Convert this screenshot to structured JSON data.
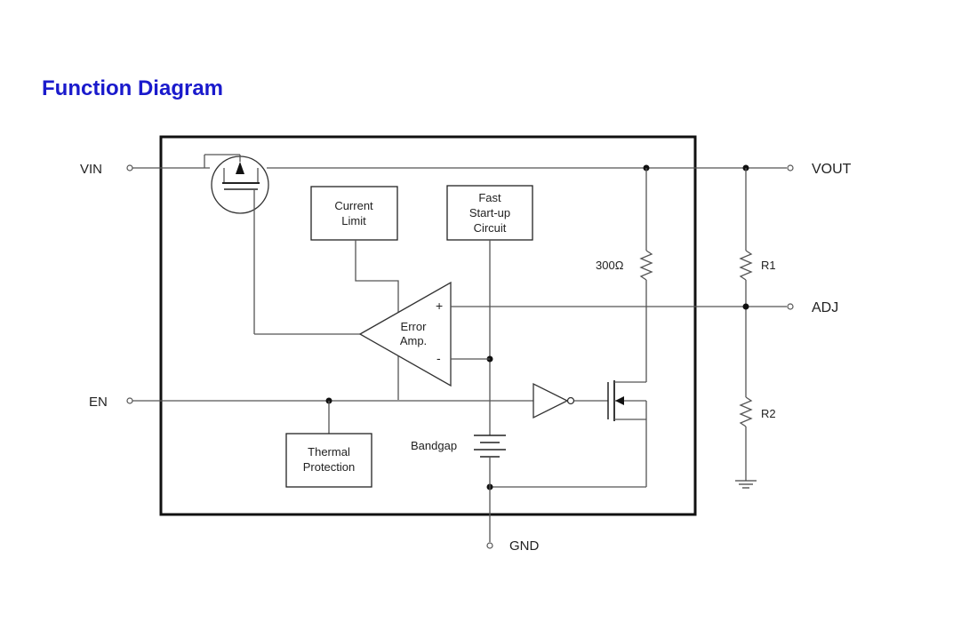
{
  "title": "Function Diagram",
  "colors": {
    "title": "#1a1acc",
    "frame": "#111111",
    "wire": "#555555"
  },
  "pins": {
    "vin": "VIN",
    "en": "EN",
    "vout": "VOUT",
    "adj": "ADJ",
    "gnd": "GND"
  },
  "blocks": {
    "current_limit": [
      "Current",
      "Limit"
    ],
    "fast_startup": [
      "Fast",
      "Start-up",
      "Circuit"
    ],
    "thermal_protection": [
      "Thermal",
      "Protection"
    ],
    "error_amp": [
      "Error",
      "Amp."
    ]
  },
  "components": {
    "resistor_300": "300Ω",
    "r1": "R1",
    "r2": "R2",
    "bandgap": "Bandgap",
    "plus": "+",
    "minus": "-"
  }
}
